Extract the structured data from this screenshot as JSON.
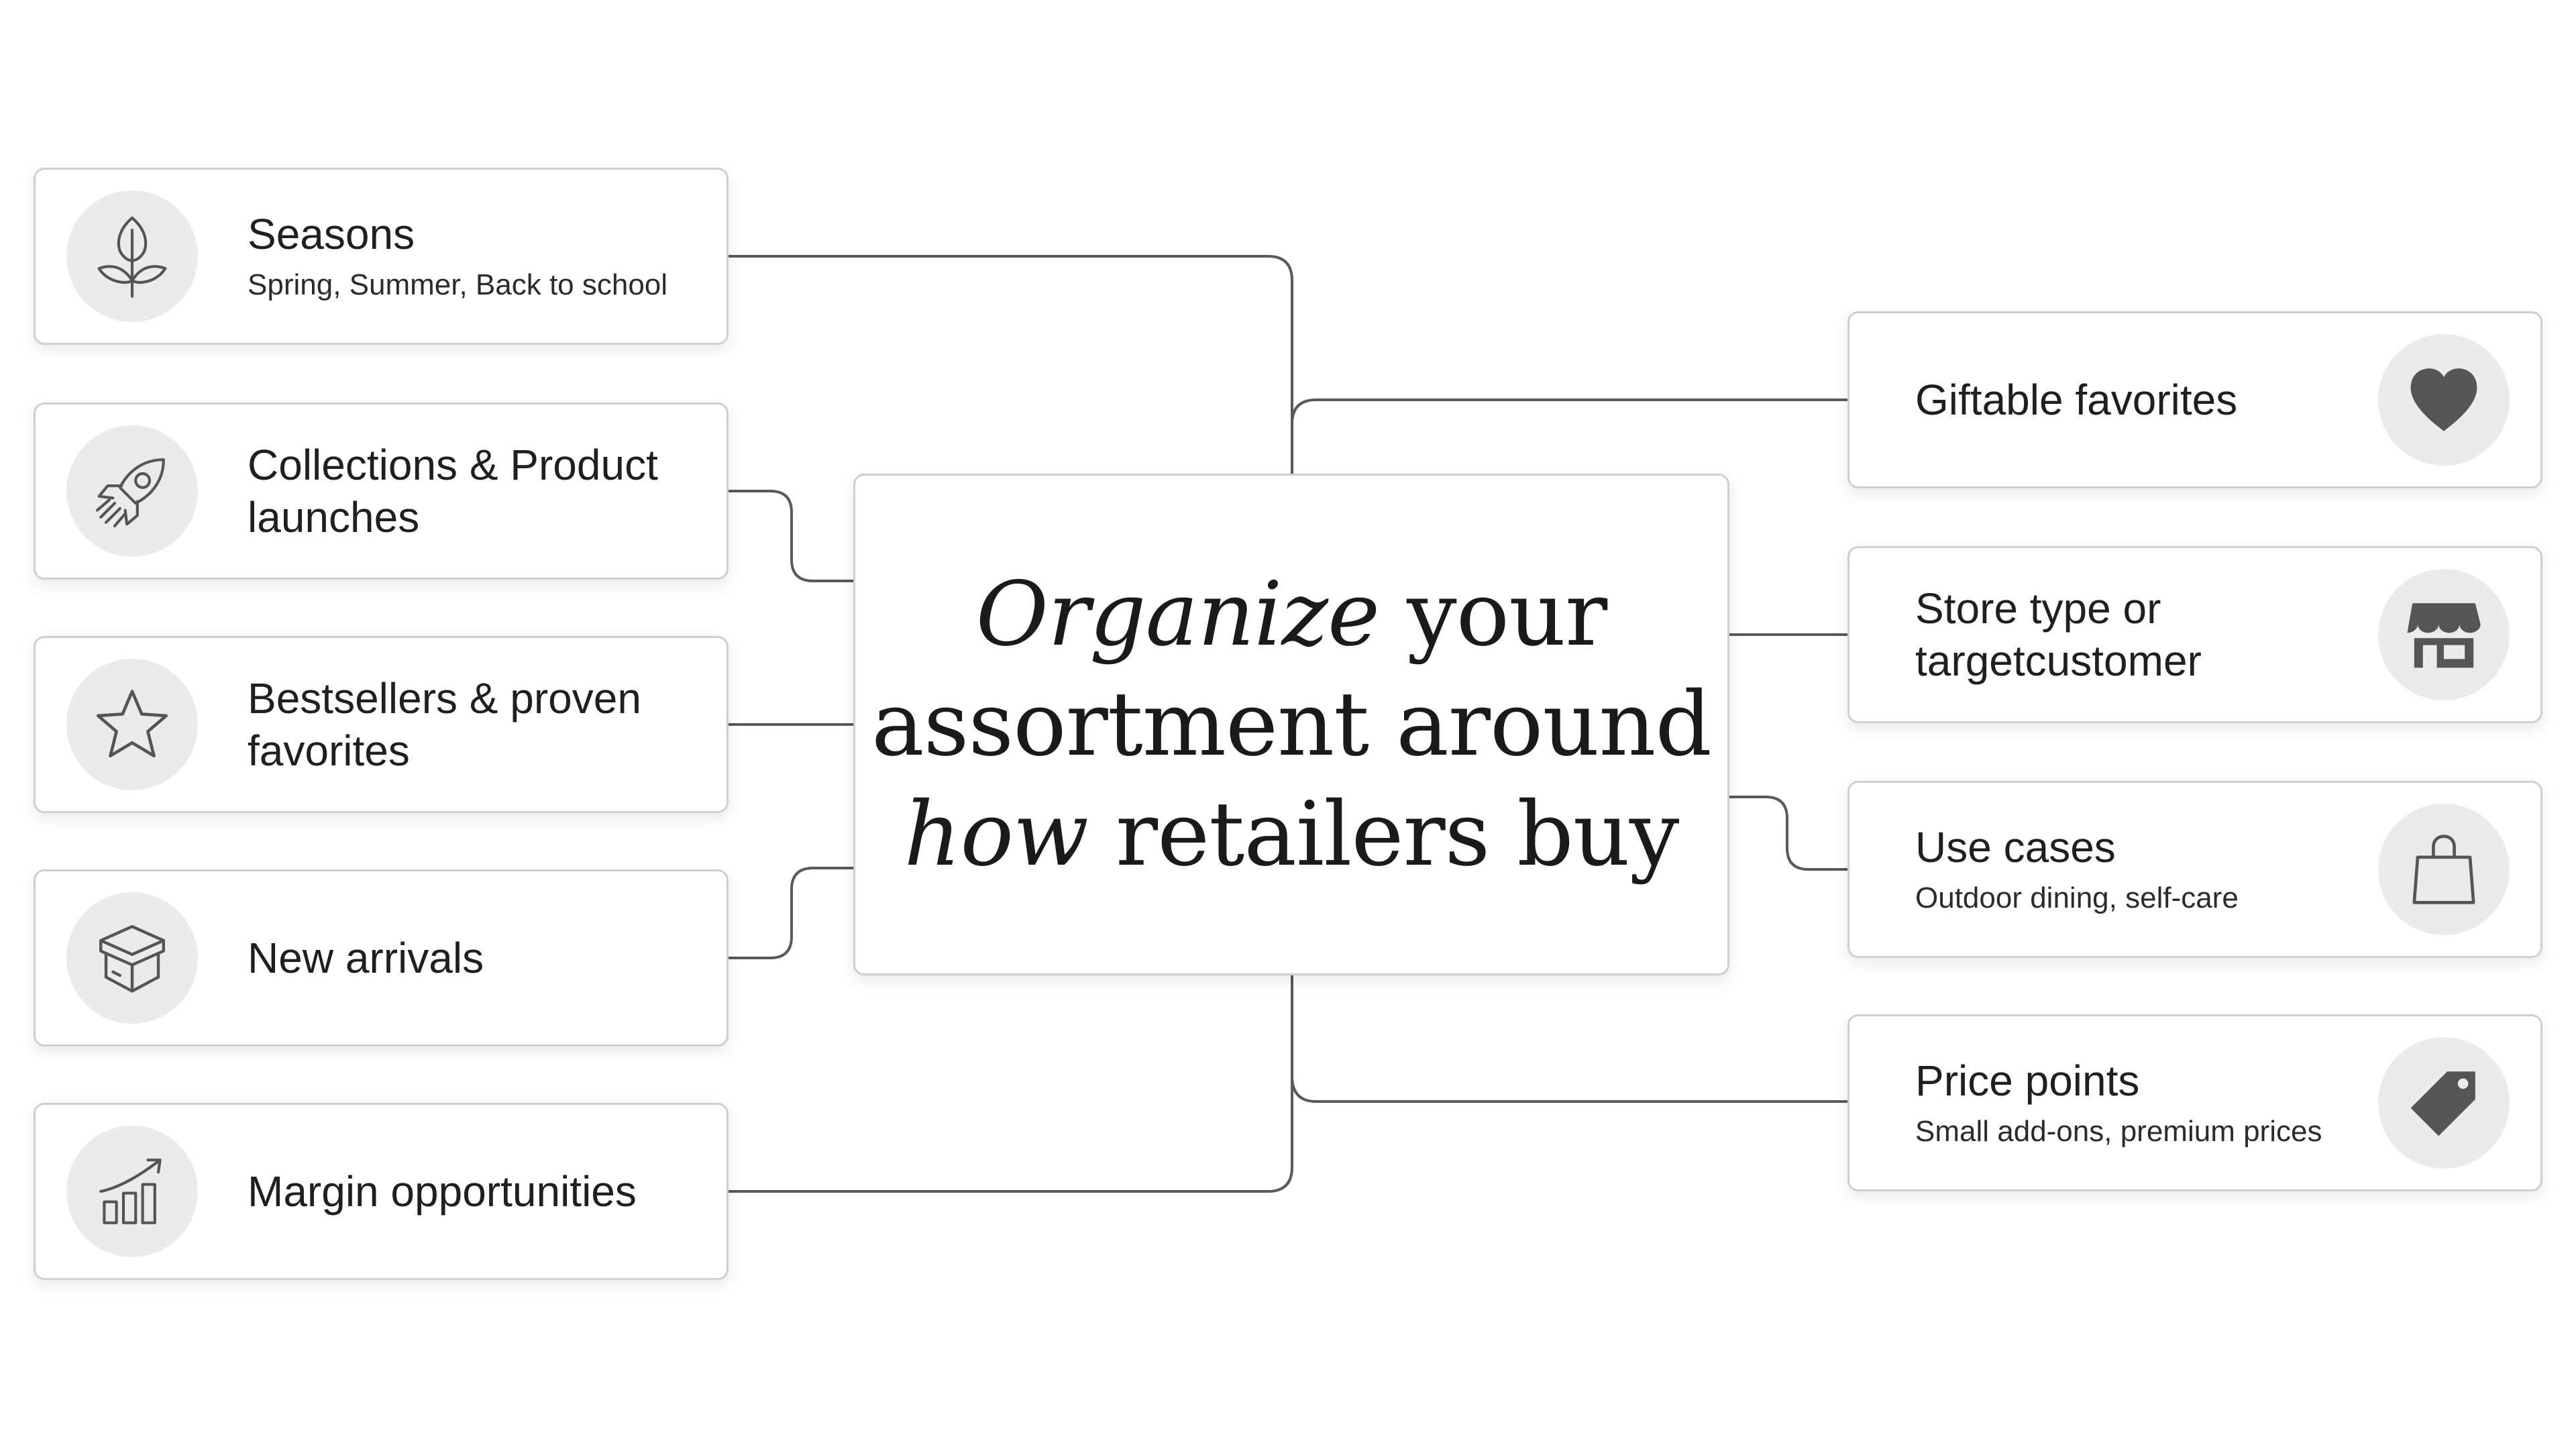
{
  "center": {
    "line1_italic": "Organize",
    "line1_rest": " your",
    "line2": "assortment around",
    "line3_italic": "how",
    "line3_rest": " retailers buy"
  },
  "left_cards": [
    {
      "title": "Seasons",
      "subtitle": "Spring, Summer, Back to school",
      "icon": "plant-sprout-icon"
    },
    {
      "title": "Collections & Product launches",
      "icon": "rocket-icon"
    },
    {
      "title": "Bestsellers & proven favorites",
      "icon": "star-icon"
    },
    {
      "title": "New arrivals",
      "icon": "box-icon"
    },
    {
      "title": "Margin opportunities",
      "icon": "growth-chart-icon"
    }
  ],
  "right_cards": [
    {
      "title": "Giftable favorites",
      "icon": "heart-icon"
    },
    {
      "title": "Store type or targetcustomer",
      "icon": "storefront-icon"
    },
    {
      "title": "Use cases",
      "subtitle": "Outdoor dining, self-care",
      "icon": "shopping-bag-icon"
    },
    {
      "title": "Price points",
      "subtitle": "Small add-ons, premium prices",
      "icon": "price-tag-icon"
    }
  ],
  "colors": {
    "connector": "#5a5a5a",
    "icon_fill": "#555555",
    "icon_circle": "#ebebe9",
    "card_border": "#cfcfcf"
  }
}
